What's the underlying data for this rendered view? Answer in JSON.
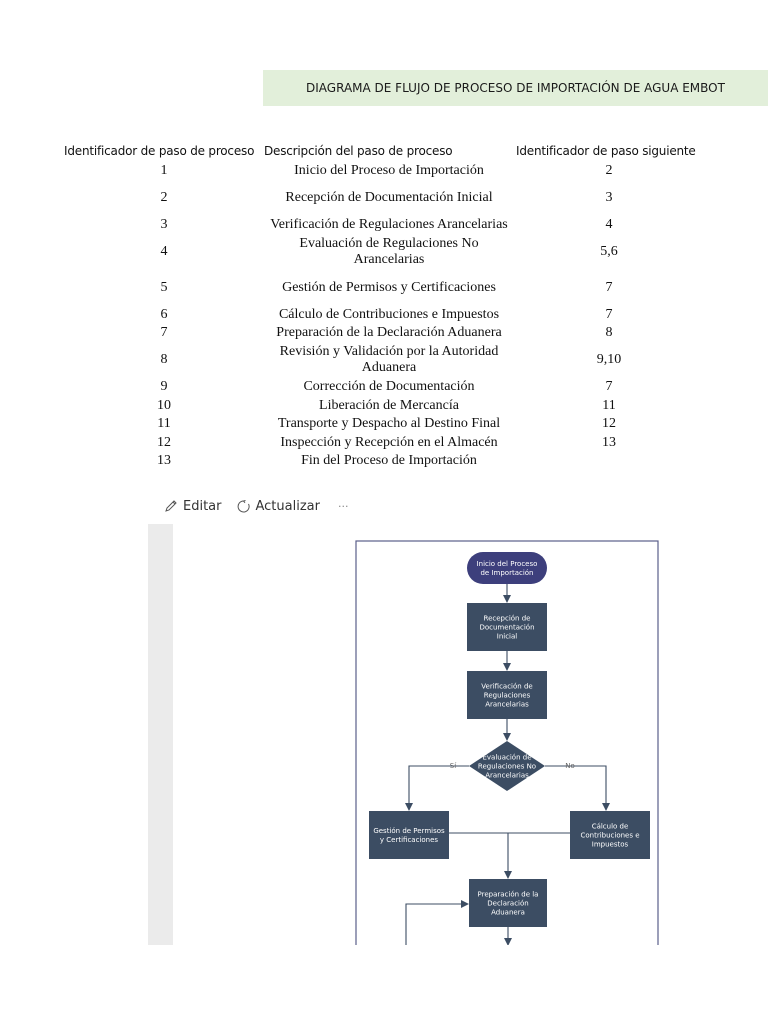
{
  "title": "DIAGRAMA DE FLUJO DE PROCESO DE IMPORTACIÓN DE AGUA EMBOT",
  "headers": {
    "id": "Identificador de paso de proceso",
    "desc": "Descripción del paso de proceso",
    "next": "Identificador de paso siguiente"
  },
  "rows": [
    {
      "id": "1",
      "desc": "Inicio del Proceso de Importación",
      "next": "2"
    },
    {
      "id": "2",
      "desc": "Recepción de Documentación Inicial",
      "next": "3"
    },
    {
      "id": "3",
      "desc": "Verificación de Regulaciones Arancelarias",
      "next": "4"
    },
    {
      "id": "4",
      "desc": "Evaluación de Regulaciones No Arancelarias",
      "next": "5,6"
    },
    {
      "id": "5",
      "desc": "Gestión de Permisos y Certificaciones",
      "next": "7"
    },
    {
      "id": "6",
      "desc": "Cálculo de Contribuciones e Impuestos",
      "next": "7"
    },
    {
      "id": "7",
      "desc": "Preparación de la Declaración Aduanera",
      "next": "8"
    },
    {
      "id": "8",
      "desc": "Revisión y Validación por la Autoridad Aduanera",
      "next": "9,10"
    },
    {
      "id": "9",
      "desc": "Corrección de Documentación",
      "next": "7"
    },
    {
      "id": "10",
      "desc": "Liberación de Mercancía",
      "next": "11"
    },
    {
      "id": "11",
      "desc": "Transporte y Despacho al Destino Final",
      "next": "12"
    },
    {
      "id": "12",
      "desc": "Inspección y Recepción en el Almacén",
      "next": "13"
    },
    {
      "id": "13",
      "desc": "Fin del Proceso de Importación",
      "next": ""
    }
  ],
  "toolbar": {
    "edit_label": "Editar",
    "edit_icon": "pencil-icon",
    "refresh_label": "Actualizar",
    "refresh_icon": "refresh-icon",
    "more_label": "···"
  },
  "flowchart": {
    "colors": {
      "node": "#3c4d63",
      "start": "#3d3f7c",
      "line": "#3c4d63",
      "border": "#5a5f8a"
    },
    "start": [
      "Inicio del Proceso",
      "de Importación"
    ],
    "reception": [
      "Recepción de",
      "Documentación",
      "Inicial"
    ],
    "verification": [
      "Verificación de",
      "Regulaciones",
      "Arancelarias"
    ],
    "evaluation": [
      "Evaluación de",
      "Regulaciones No",
      "Arancelarias"
    ],
    "permits": [
      "Gestión de Permisos",
      "y Certificaciones"
    ],
    "calculation": [
      "Cálculo de",
      "Contribuciones e",
      "Impuestos"
    ],
    "declaration": [
      "Preparación de la",
      "Declaración",
      "Aduanera"
    ],
    "yes_label": "Sí",
    "no_label": "No"
  }
}
